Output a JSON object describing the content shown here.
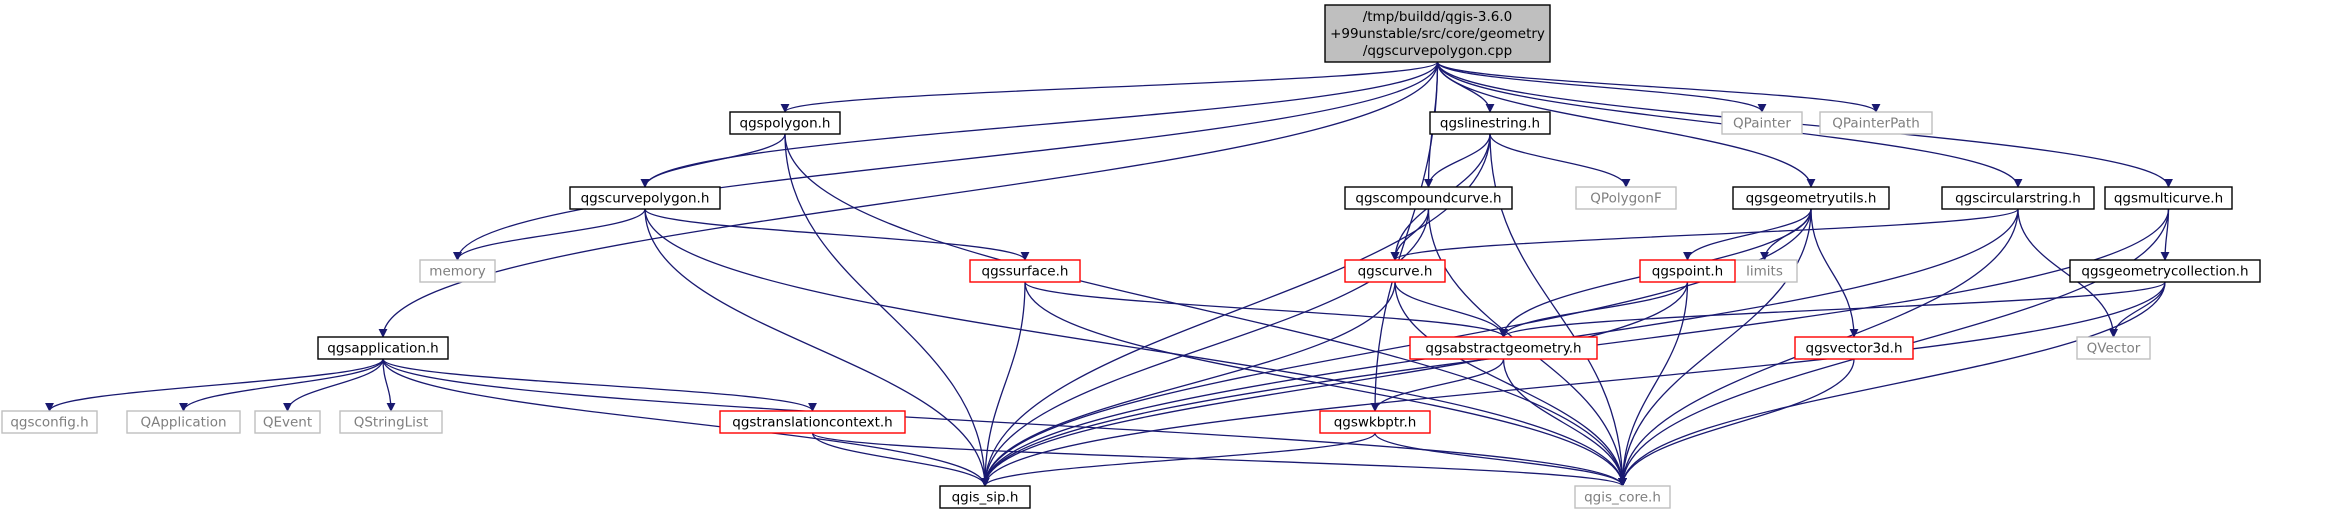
{
  "colors": {
    "edge": "#191970",
    "root_fill": "#bfbfbf",
    "root_border": "#000000",
    "documented_border": "#000000",
    "truncated_border": "#ff0000",
    "external_border": "#bfbfbf",
    "external_text": "#7f7f7f",
    "text": "#000000"
  },
  "nodes": [
    {
      "id": "root",
      "lines": [
        "/tmp/buildd/qgis-3.6.0",
        "+99unstable/src/core/geometry",
        "/qgscurvepolygon.cpp"
      ],
      "kind": "root"
    },
    {
      "id": "qgspolygon",
      "lines": [
        "qgspolygon.h"
      ],
      "kind": "documented"
    },
    {
      "id": "qgslinestring",
      "lines": [
        "qgslinestring.h"
      ],
      "kind": "documented"
    },
    {
      "id": "qpainter",
      "lines": [
        "QPainter"
      ],
      "kind": "external"
    },
    {
      "id": "qpainterpath",
      "lines": [
        "QPainterPath"
      ],
      "kind": "external"
    },
    {
      "id": "qgscurvepolygonh",
      "lines": [
        "qgscurvepolygon.h"
      ],
      "kind": "documented"
    },
    {
      "id": "qgscompoundcurve",
      "lines": [
        "qgscompoundcurve.h"
      ],
      "kind": "documented"
    },
    {
      "id": "qpolygonf",
      "lines": [
        "QPolygonF"
      ],
      "kind": "external"
    },
    {
      "id": "qgsgeometryutils",
      "lines": [
        "qgsgeometryutils.h"
      ],
      "kind": "documented"
    },
    {
      "id": "qgscircularstring",
      "lines": [
        "qgscircularstring.h"
      ],
      "kind": "documented"
    },
    {
      "id": "qgsmulticurve",
      "lines": [
        "qgsmulticurve.h"
      ],
      "kind": "documented"
    },
    {
      "id": "memory",
      "lines": [
        "memory"
      ],
      "kind": "external"
    },
    {
      "id": "qgssurface",
      "lines": [
        "qgssurface.h"
      ],
      "kind": "truncated"
    },
    {
      "id": "qgscurve",
      "lines": [
        "qgscurve.h"
      ],
      "kind": "truncated"
    },
    {
      "id": "limits",
      "lines": [
        "limits"
      ],
      "kind": "external"
    },
    {
      "id": "qgspoint",
      "lines": [
        "qgspoint.h"
      ],
      "kind": "truncated"
    },
    {
      "id": "qgsgeometrycollection",
      "lines": [
        "qgsgeometrycollection.h"
      ],
      "kind": "documented"
    },
    {
      "id": "qgsapplication",
      "lines": [
        "qgsapplication.h"
      ],
      "kind": "documented"
    },
    {
      "id": "qgsabstractgeometry",
      "lines": [
        "qgsabstractgeometry.h"
      ],
      "kind": "truncated"
    },
    {
      "id": "qgsvector3d",
      "lines": [
        "qgsvector3d.h"
      ],
      "kind": "truncated"
    },
    {
      "id": "qvector",
      "lines": [
        "QVector"
      ],
      "kind": "external"
    },
    {
      "id": "qgsconfig",
      "lines": [
        "qgsconfig.h"
      ],
      "kind": "external"
    },
    {
      "id": "qapplication",
      "lines": [
        "QApplication"
      ],
      "kind": "external"
    },
    {
      "id": "qevent",
      "lines": [
        "QEvent"
      ],
      "kind": "external"
    },
    {
      "id": "qstringlist",
      "lines": [
        "QStringList"
      ],
      "kind": "external"
    },
    {
      "id": "qgstranslationcontext",
      "lines": [
        "qgstranslationcontext.h"
      ],
      "kind": "truncated"
    },
    {
      "id": "qgswkbptr",
      "lines": [
        "qgswkbptr.h"
      ],
      "kind": "truncated"
    },
    {
      "id": "qgis_sip",
      "lines": [
        "qgis_sip.h"
      ],
      "kind": "documented"
    },
    {
      "id": "qgis_core",
      "lines": [
        "qgis_core.h"
      ],
      "kind": "external"
    }
  ],
  "edges": [
    [
      "root",
      "qgspolygon"
    ],
    [
      "root",
      "qgslinestring"
    ],
    [
      "root",
      "qpainter"
    ],
    [
      "root",
      "qpainterpath"
    ],
    [
      "root",
      "qgscurvepolygonh"
    ],
    [
      "root",
      "qgscompoundcurve"
    ],
    [
      "root",
      "qgsgeometryutils"
    ],
    [
      "root",
      "qgscircularstring"
    ],
    [
      "root",
      "qgsmulticurve"
    ],
    [
      "root",
      "memory"
    ],
    [
      "root",
      "qgsapplication"
    ],
    [
      "root",
      "qgswkbptr"
    ],
    [
      "qgspolygon",
      "qgscurvepolygonh"
    ],
    [
      "qgspolygon",
      "qgis_sip"
    ],
    [
      "qgspolygon",
      "qgis_core"
    ],
    [
      "qgslinestring",
      "qgscompoundcurve"
    ],
    [
      "qgslinestring",
      "qgscurve"
    ],
    [
      "qgslinestring",
      "qpolygonf"
    ],
    [
      "qgslinestring",
      "qgis_sip"
    ],
    [
      "qgslinestring",
      "qgis_core"
    ],
    [
      "qgscurvepolygonh",
      "memory"
    ],
    [
      "qgscurvepolygonh",
      "qgssurface"
    ],
    [
      "qgscurvepolygonh",
      "qgis_sip"
    ],
    [
      "qgscurvepolygonh",
      "qgis_core"
    ],
    [
      "qgscompoundcurve",
      "qgscurve"
    ],
    [
      "qgscompoundcurve",
      "qgis_sip"
    ],
    [
      "qgscompoundcurve",
      "qgis_core"
    ],
    [
      "qgsgeometryutils",
      "qgspoint"
    ],
    [
      "qgsgeometryutils",
      "limits"
    ],
    [
      "qgsgeometryutils",
      "qgsvector3d"
    ],
    [
      "qgsgeometryutils",
      "qgsabstractgeometry"
    ],
    [
      "qgsgeometryutils",
      "qgis_core"
    ],
    [
      "qgsgeometryutils",
      "qgis_sip"
    ],
    [
      "qgscircularstring",
      "qgscurve"
    ],
    [
      "qgscircularstring",
      "qvector"
    ],
    [
      "qgscircularstring",
      "qgis_sip"
    ],
    [
      "qgscircularstring",
      "qgis_core"
    ],
    [
      "qgsmulticurve",
      "qgsgeometrycollection"
    ],
    [
      "qgsmulticurve",
      "qgis_sip"
    ],
    [
      "qgsmulticurve",
      "qgis_core"
    ],
    [
      "qgssurface",
      "qgsabstractgeometry"
    ],
    [
      "qgssurface",
      "qgis_sip"
    ],
    [
      "qgssurface",
      "qgis_core"
    ],
    [
      "qgscurve",
      "qgsabstractgeometry"
    ],
    [
      "qgscurve",
      "qgis_sip"
    ],
    [
      "qgscurve",
      "qgis_core"
    ],
    [
      "qgspoint",
      "qgsabstractgeometry"
    ],
    [
      "qgspoint",
      "qgis_sip"
    ],
    [
      "qgspoint",
      "qgis_core"
    ],
    [
      "qgsgeometrycollection",
      "qvector"
    ],
    [
      "qgsgeometrycollection",
      "qgsabstractgeometry"
    ],
    [
      "qgsgeometrycollection",
      "qgis_sip"
    ],
    [
      "qgsgeometrycollection",
      "qgis_core"
    ],
    [
      "qgsabstractgeometry",
      "qgswkbptr"
    ],
    [
      "qgsabstractgeometry",
      "qgis_core"
    ],
    [
      "qgsvector3d",
      "qgis_core"
    ],
    [
      "qgsapplication",
      "qgsconfig"
    ],
    [
      "qgsapplication",
      "qapplication"
    ],
    [
      "qgsapplication",
      "qevent"
    ],
    [
      "qgsapplication",
      "qstringlist"
    ],
    [
      "qgsapplication",
      "qgstranslationcontext"
    ],
    [
      "qgsapplication",
      "qgis_sip"
    ],
    [
      "qgsapplication",
      "qgis_core"
    ],
    [
      "qgstranslationcontext",
      "qgis_sip"
    ],
    [
      "qgstranslationcontext",
      "qgis_core"
    ],
    [
      "qgswkbptr",
      "qgis_sip"
    ],
    [
      "qgswkbptr",
      "qgis_core"
    ]
  ]
}
